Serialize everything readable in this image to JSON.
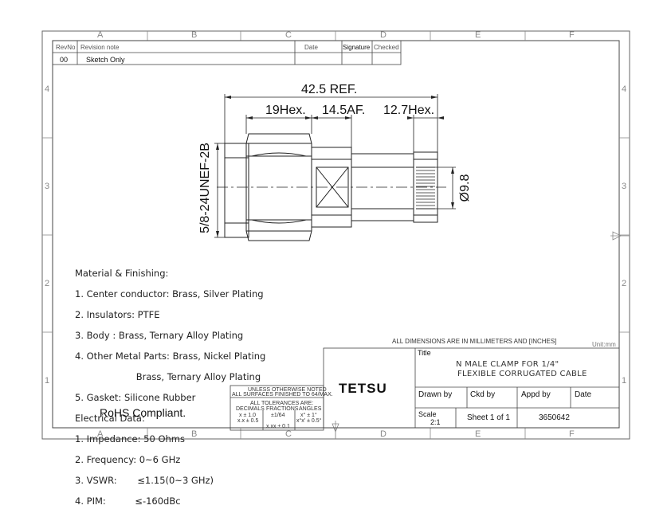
{
  "revision_table": {
    "headers": [
      "RevNo",
      "Revision note",
      "Date",
      "Signature",
      "Checked"
    ],
    "rows": [
      [
        "00",
        "Sketch Only",
        "",
        "",
        ""
      ]
    ]
  },
  "zones": {
    "columns": [
      "A",
      "B",
      "C",
      "D",
      "E",
      "F"
    ],
    "rows": [
      "4",
      "3",
      "2",
      "1"
    ]
  },
  "dimensions": {
    "overall": "42.5 REF.",
    "hex1": "19Hex.",
    "af": "14.5AF.",
    "hex2": "12.7Hex.",
    "thread": "5/8-24UNEF-2B",
    "diameter": "Ø9.8"
  },
  "materials": {
    "lines": [
      "Material & Finishing:",
      "1. Center conductor: Brass, Silver Plating",
      "2. Insulators: PTFE",
      "3. Body : Brass, Ternary Alloy Plating",
      "4. Other Metal Parts: Brass, Nickel Plating",
      "                     Brass, Ternary Alloy Plating",
      "5. Gasket: Silicone Rubber",
      "Electrical Data:",
      "1. Impedance: 50 Ohms",
      "2. Frequency: 0~6 GHz",
      "3. VSWR:       ≤1.15(0~3 GHz)",
      "4. PIM:          ≤-160dBc"
    ]
  },
  "rohs": "RoHS Compliant.",
  "dimension_note": "ALL DIMENSIONS ARE IN MILLIMETERS AND [INCHES]",
  "unit": "Unit:mm",
  "tolerance": {
    "line1": "UNLESS OTHERWISE NOTED",
    "line2": "ALL SURFACES FINISHED TO 64/MAX.",
    "line3": "ALL TOLERANCES ARE:",
    "col_decimals": "DECIMALS",
    "col_fractions": "FRACTIONS",
    "col_angles": "ANGLES",
    "dec1": "x ± 1.0",
    "dec2": "x.x ± 0.5",
    "frac": "±1/64",
    "ang1": "x° ± 1°",
    "ang2": "x°x' ± 0.5°",
    "dec3": "x.xx ± 0.1"
  },
  "title_block": {
    "company": "TETSU",
    "title_label": "Title",
    "title_line1": "N MALE CLAMP FOR 1/4\"",
    "title_line2": "FLEXIBLE CORRUGATED CABLE",
    "drawn_by": "Drawn by",
    "ckd_by": "Ckd by",
    "appd_by": "Appd by",
    "date": "Date",
    "scale_label": "Scale",
    "scale_value": "2:1",
    "sheet": "Sheet 1 of 1",
    "part_number": "3650642"
  }
}
